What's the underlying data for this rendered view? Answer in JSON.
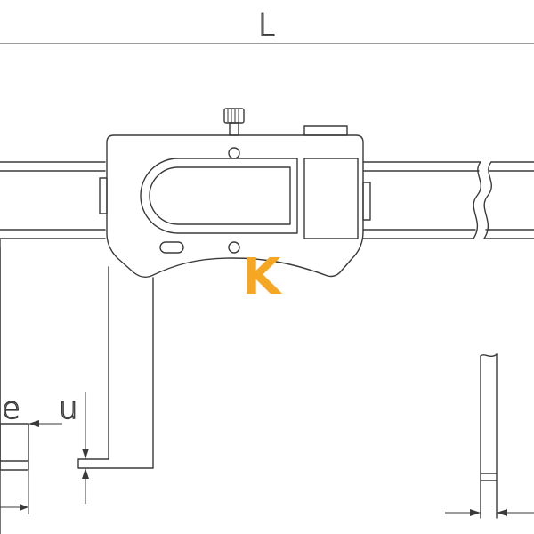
{
  "diagram": {
    "labels": {
      "length": "L",
      "jaw_e": "e",
      "jaw_u": "u"
    },
    "logo": {
      "letter": "K",
      "color": "#f5a623"
    },
    "colors": {
      "line": "#3a3a3a",
      "background": "#ffffff"
    }
  }
}
